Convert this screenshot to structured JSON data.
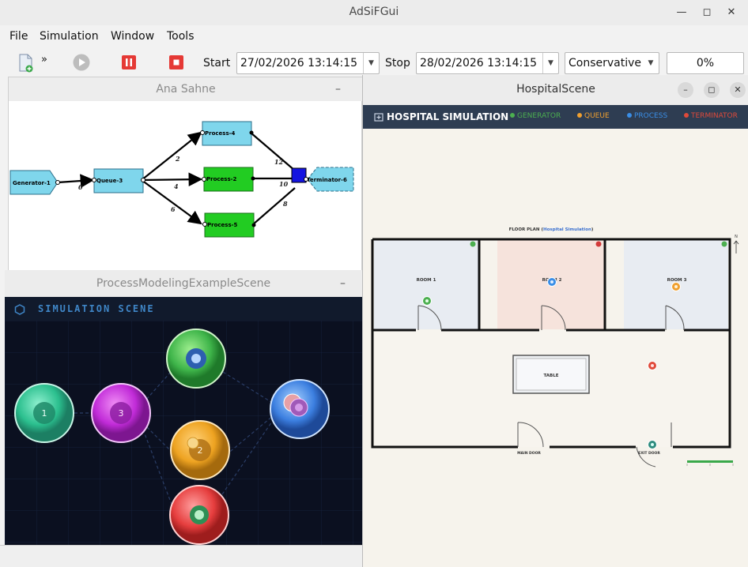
{
  "window": {
    "title": "AdSiFGui"
  },
  "menu": {
    "items": [
      "File",
      "Simulation",
      "Window",
      "Tools"
    ]
  },
  "toolbar": {
    "start_label": "Start",
    "stop_label": "Stop",
    "start_value": "27/02/2026 13:14:15",
    "stop_value": "28/02/2026 13:14:15",
    "mode_value": "Conservative",
    "progress_value": "0%",
    "more_glyph": "»"
  },
  "ana_sahne": {
    "title": "Ana Sahne",
    "nodes": {
      "generator": "Generator-1",
      "queue": "Queue-3",
      "process4": "Process-4",
      "process2": "Process-2",
      "process5": "Process-5",
      "terminator": "Terminator-6"
    },
    "edges": {
      "gq": "0",
      "q4": "2",
      "q2": "4",
      "q5": "6",
      "p4t": "12",
      "p2t": "10",
      "p5t": "8"
    }
  },
  "process_scene": {
    "title": "ProcessModelingExampleScene",
    "header": "SIMULATION SCENE",
    "nodes": {
      "n1": "1",
      "n3": "3",
      "n2": "2"
    }
  },
  "hospital": {
    "title": "HospitalScene",
    "brand": "HOSPITAL SIMULATION",
    "legend": {
      "generator": "GENERATOR",
      "queue": "QUEUE",
      "process": "PROCESS",
      "terminator": "TERMINATOR"
    },
    "floor_plan_prefix": "FLOOR PLAN (",
    "floor_plan_hl": "Hospital Simulation",
    "floor_plan_suffix": ")",
    "rooms": {
      "r1": "ROOM 1",
      "r2": "ROOM 2",
      "r3": "ROOM 3"
    },
    "table": "TABLE",
    "main_door": "MAIN DOOR",
    "exit_door": "EXIT DOOR",
    "north": "N"
  },
  "colors": {
    "generator": "#4caf50",
    "queue": "#f0a030",
    "process": "#3a8ee6",
    "terminator": "#e04a3a",
    "node_cyan": "#7fd6ec",
    "node_green": "#22cc22"
  }
}
